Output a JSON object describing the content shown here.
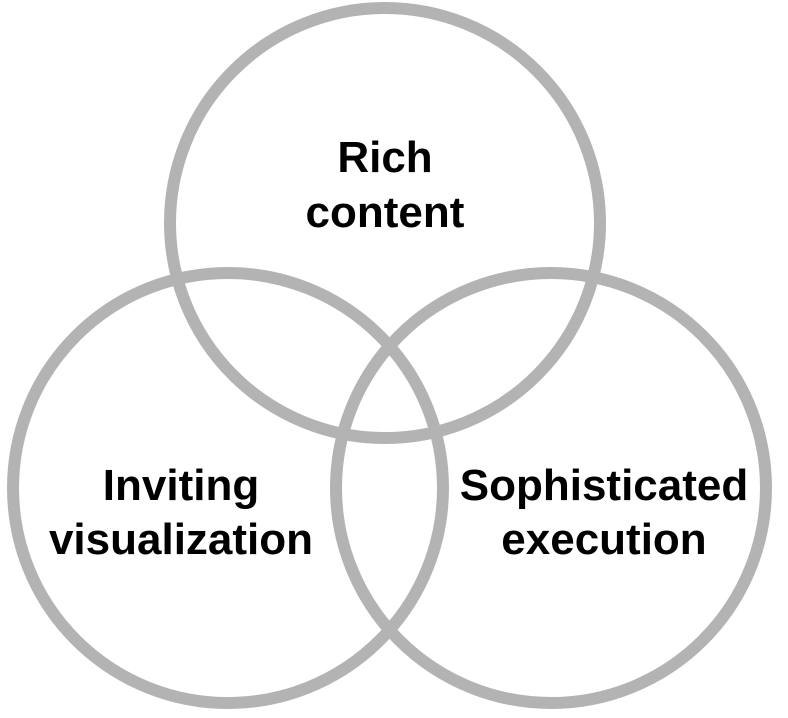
{
  "diagram": {
    "type": "venn",
    "ring_color": "#b3b3b3",
    "text_color": "#000000",
    "circles": [
      {
        "id": "top",
        "lines": [
          "Rich",
          "content"
        ]
      },
      {
        "id": "left",
        "lines": [
          "Inviting",
          "visualization"
        ]
      },
      {
        "id": "right",
        "lines": [
          "Sophisticated",
          "execution"
        ]
      }
    ]
  }
}
